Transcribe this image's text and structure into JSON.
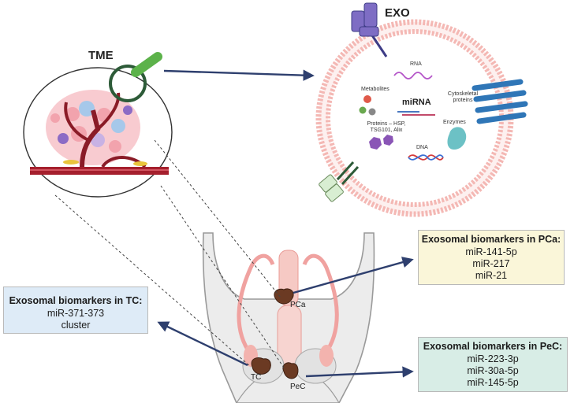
{
  "tme_label": "TME",
  "exo_label": "EXO",
  "exo_contents": {
    "rna": "RNA",
    "metabolites": "Metabolites",
    "mirna": "miRNA",
    "cytoskeletal": "Cytoskeletal proteins",
    "enzymes": "Enzymes",
    "proteins": "Proteins – HSP, TSG101, Alix",
    "dna": "DNA"
  },
  "organ_labels": {
    "pca": "PCa",
    "tc": "TC",
    "pec": "PeC"
  },
  "boxes": {
    "pca": {
      "title": "Exosomal biomarkers in PCa:",
      "items": [
        "miR-141-5p",
        "miR-217",
        "miR-21"
      ]
    },
    "tc": {
      "title": "Exosomal biomarkers in TC:",
      "items": [
        "miR-371-373",
        "cluster"
      ]
    },
    "pec": {
      "title": "Exosomal biomarkers in PeC:",
      "items": [
        "miR-223-3p",
        "miR-30a-5p",
        "miR-145-5p"
      ]
    }
  },
  "colors": {
    "arrow": "#2e3f6e",
    "pca_box": "#faf6d9",
    "tc_box": "#deebf7",
    "pec_box": "#d8ede6",
    "membrane": "#f4b8b4",
    "body_outline": "#9a9a9a",
    "body_fill": "#e7e7e7"
  }
}
